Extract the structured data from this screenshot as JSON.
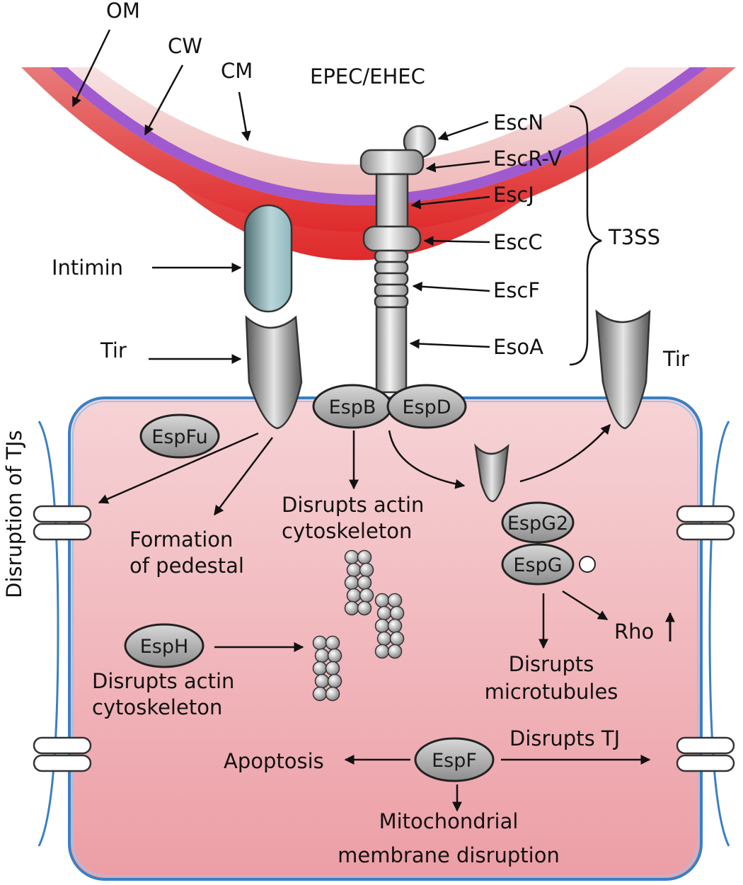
{
  "diagram": {
    "membrane_labels": {
      "om": "OM",
      "cw": "CW",
      "cm": "CM"
    },
    "organism": "EPEC/EHEC",
    "t3ss": {
      "parts": {
        "escn": "EscN",
        "escrv": "EscR-V",
        "escj": "EscJ",
        "escc": "EscC",
        "escf": "EscF",
        "esoa": "EsoA"
      },
      "bracket_label": "T3SS"
    },
    "adhesion": {
      "intimin": "Intimin",
      "tir_left": "Tir",
      "tir_right": "Tir"
    },
    "side_label": "Disruption of TJs",
    "effectors": {
      "espb": "EspB",
      "espd": "EspD",
      "espfu": "EspFu",
      "espg2": "EspG2",
      "espg": "EspG",
      "esph": "EspH",
      "espf": "EspF"
    },
    "outcomes": {
      "pedestal_line1": "Formation",
      "pedestal_line2": "of pedestal",
      "actin1_line1": "Disrupts actin",
      "actin1_line2": "cytoskeleton",
      "actin2_line1": "Disrupts actin",
      "actin2_line2": "cytoskeleton",
      "microtubules_line1": "Disrupts",
      "microtubules_line2": "microtubules",
      "rho": "Rho",
      "disrupts_tj": "Disrupts TJ",
      "apoptosis": "Apoptosis",
      "mito_line1": "Mitochondrial",
      "mito_line2": "membrane disruption"
    },
    "colors": {
      "outer_membrane": "#f3c4c4",
      "cell_wall": "#a05ad0",
      "cytoplasmic_membrane": "#e33a3a",
      "host_cell_fill": "#f2b8bd",
      "host_cell_border": "#3a7fc4",
      "protein_grey": "#9a9a9a",
      "intimin": "#8fb8bd"
    }
  }
}
